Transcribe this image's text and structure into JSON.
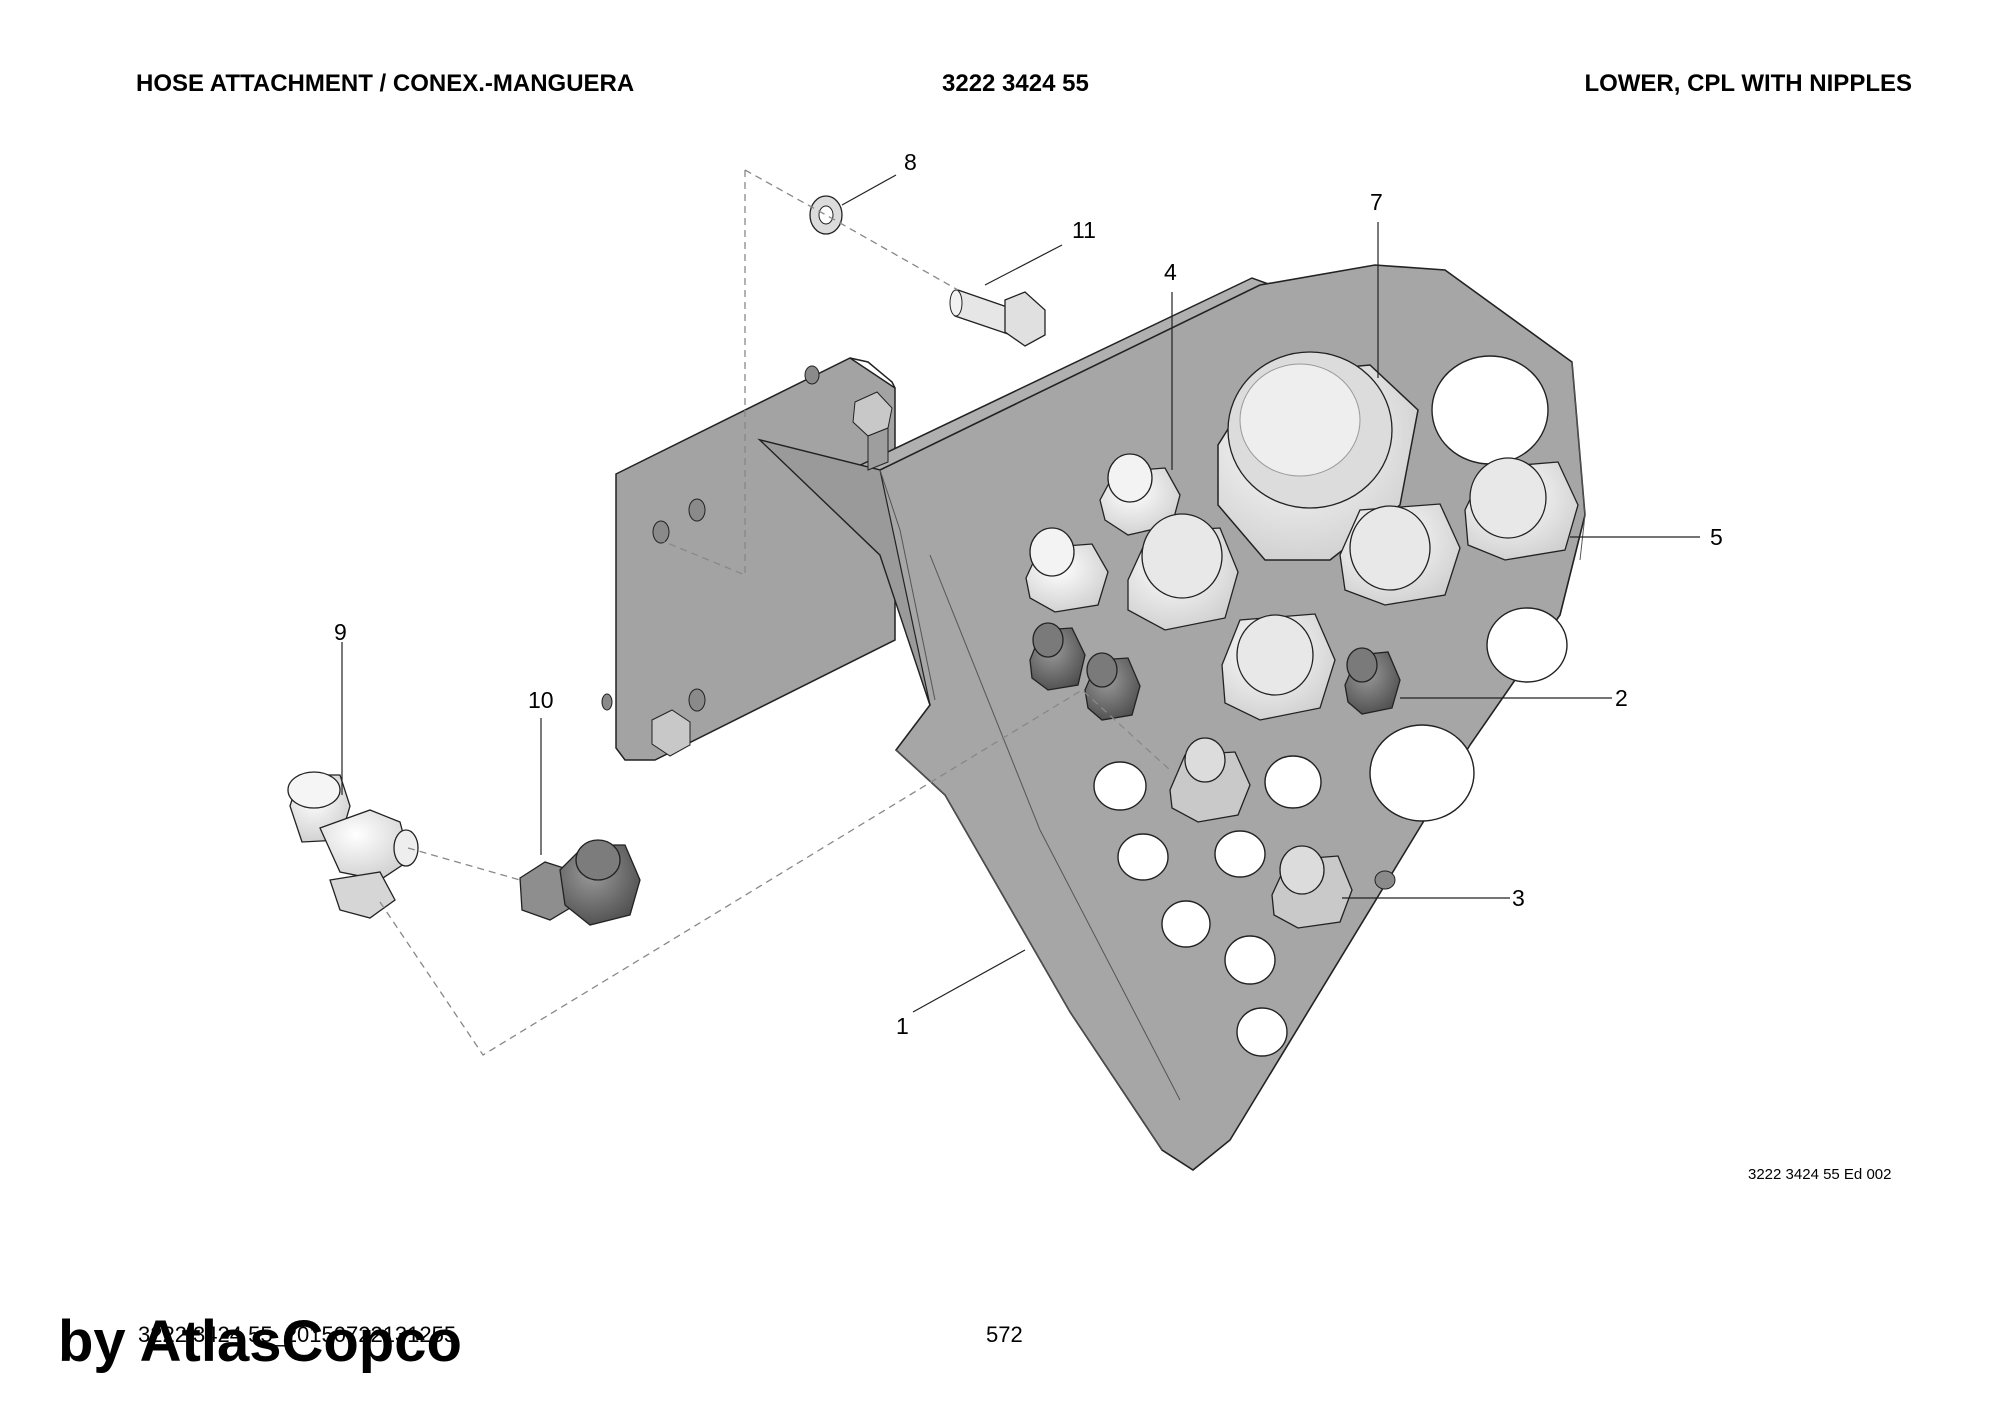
{
  "header": {
    "left": "HOSE ATTACHMENT / CONEX.-MANGUERA",
    "center": "3222 3424 55",
    "right": "LOWER, CPL WITH NIPPLES"
  },
  "callouts": [
    "1",
    "2",
    "3",
    "4",
    "5",
    "7",
    "8",
    "9",
    "10",
    "11"
  ],
  "edition": "3222 3424 55 Ed 002",
  "footer": {
    "doc_id": "3222 3424 55_20150722131255",
    "page": "572"
  },
  "watermark": "by AtlasCopco",
  "colors": {
    "plate": "#a6a6a6",
    "plate_dark": "#8e8e8e",
    "nipple_light": "#e4e4e4",
    "nipple_dark": "#6e6e6e",
    "line": "#222222"
  }
}
